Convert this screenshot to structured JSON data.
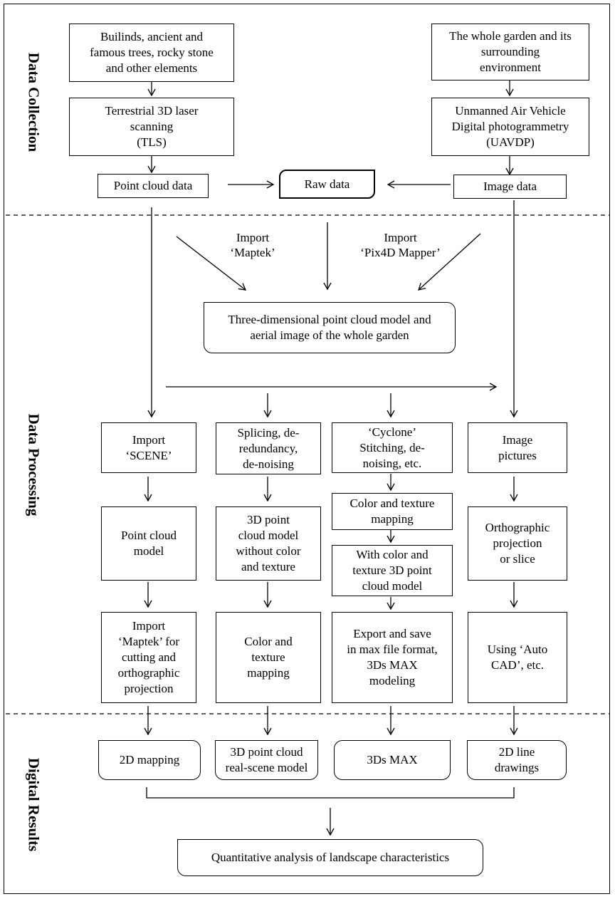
{
  "sections": {
    "collection": "Data Collection",
    "processing": "Data Processing",
    "results": "Digital Results"
  },
  "collection": {
    "left_source": "Builinds, ancient and\nfamous trees, rocky stone\nand other elements",
    "right_source": "The whole garden and its\nsurrounding\nenvironment",
    "tls": "Terrestrial 3D laser\nscanning\n(TLS)",
    "uavdp": "Unmanned Air Vehicle\nDigital photogrammetry\n(UAVDP)",
    "point_cloud_data": "Point cloud data",
    "raw_data": "Raw data",
    "image_data": "Image data"
  },
  "processing": {
    "import_maptek": "Import\n‘Maptek’",
    "import_pix4d": "Import\n‘Pix4D Mapper’",
    "model_3d": "Three-dimensional point cloud model and\naerial image of the whole garden",
    "col1": [
      "Import\n‘SCENE’",
      "Point cloud\nmodel",
      "Import\n‘Maptek’ for\ncutting and\northographic\nprojection"
    ],
    "col2": [
      "Splicing, de-\nredundancy,\nde-noising",
      "3D point\ncloud model\nwithout color\nand texture",
      "Color and\ntexture\nmapping"
    ],
    "col3": [
      "‘Cyclone’\nStitching, de-\nnoising, etc.",
      "Color and texture\nmapping",
      "With color and\ntexture 3D point\ncloud model",
      "Export and save\nin max file format,\n3Ds MAX\nmodeling"
    ],
    "col4": [
      "Image\npictures",
      "Orthographic\nprojection\nor slice",
      "Using ‘Auto\nCAD’, etc."
    ]
  },
  "results": {
    "items": [
      "2D mapping",
      "3D point cloud\nreal-scene model",
      "3Ds MAX",
      "2D line\ndrawings"
    ],
    "final": "Quantitative analysis of landscape characteristics"
  }
}
